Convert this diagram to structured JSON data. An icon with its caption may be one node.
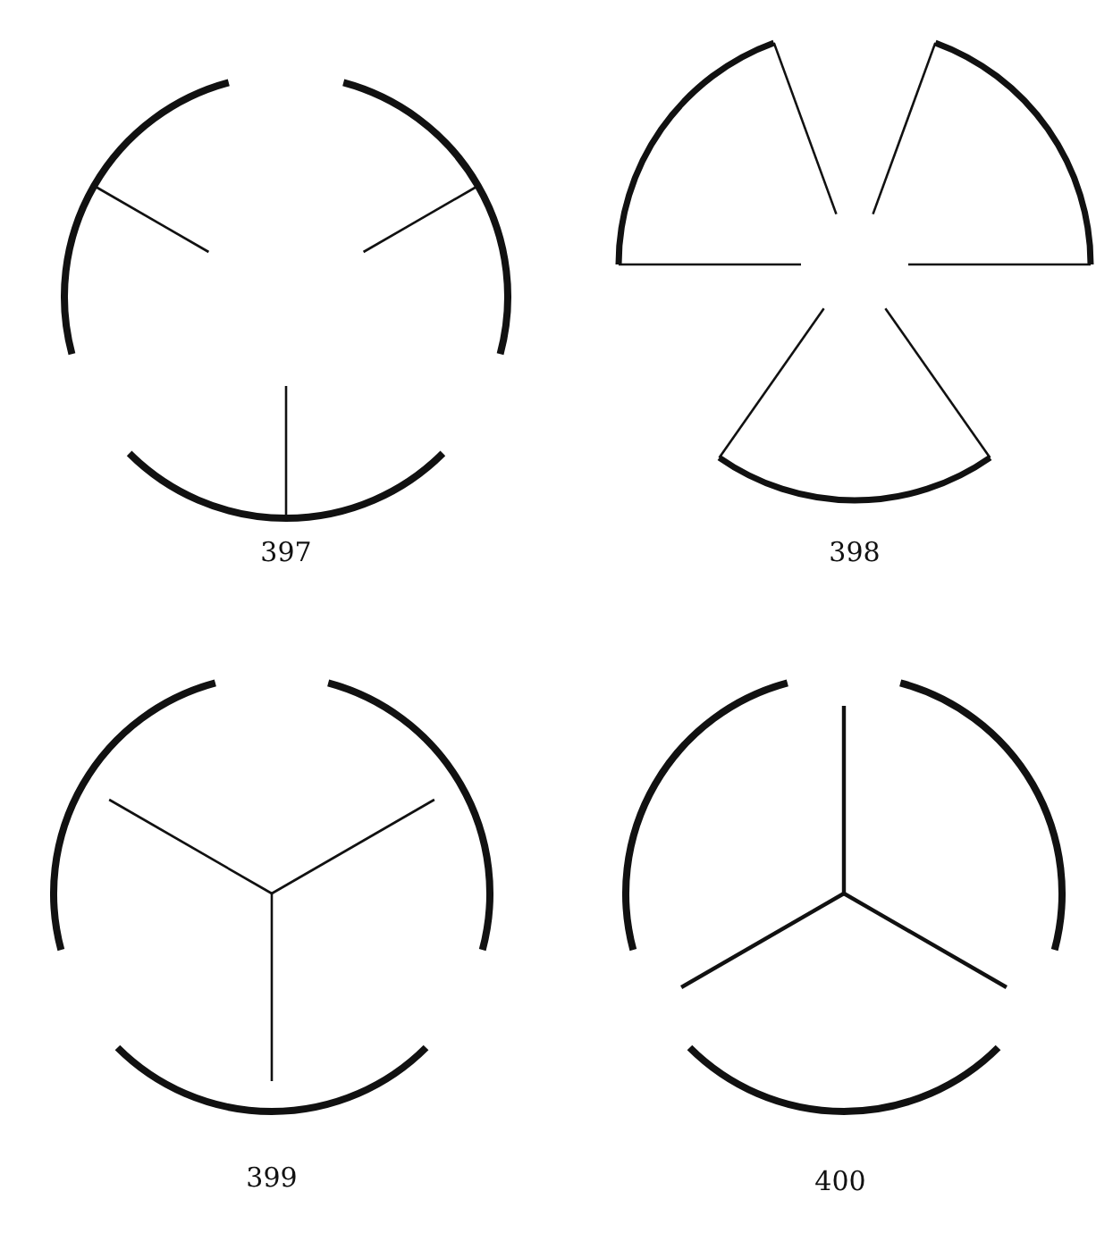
{
  "diagram": {
    "labels": [
      "397",
      "398",
      "399",
      "400"
    ]
  }
}
